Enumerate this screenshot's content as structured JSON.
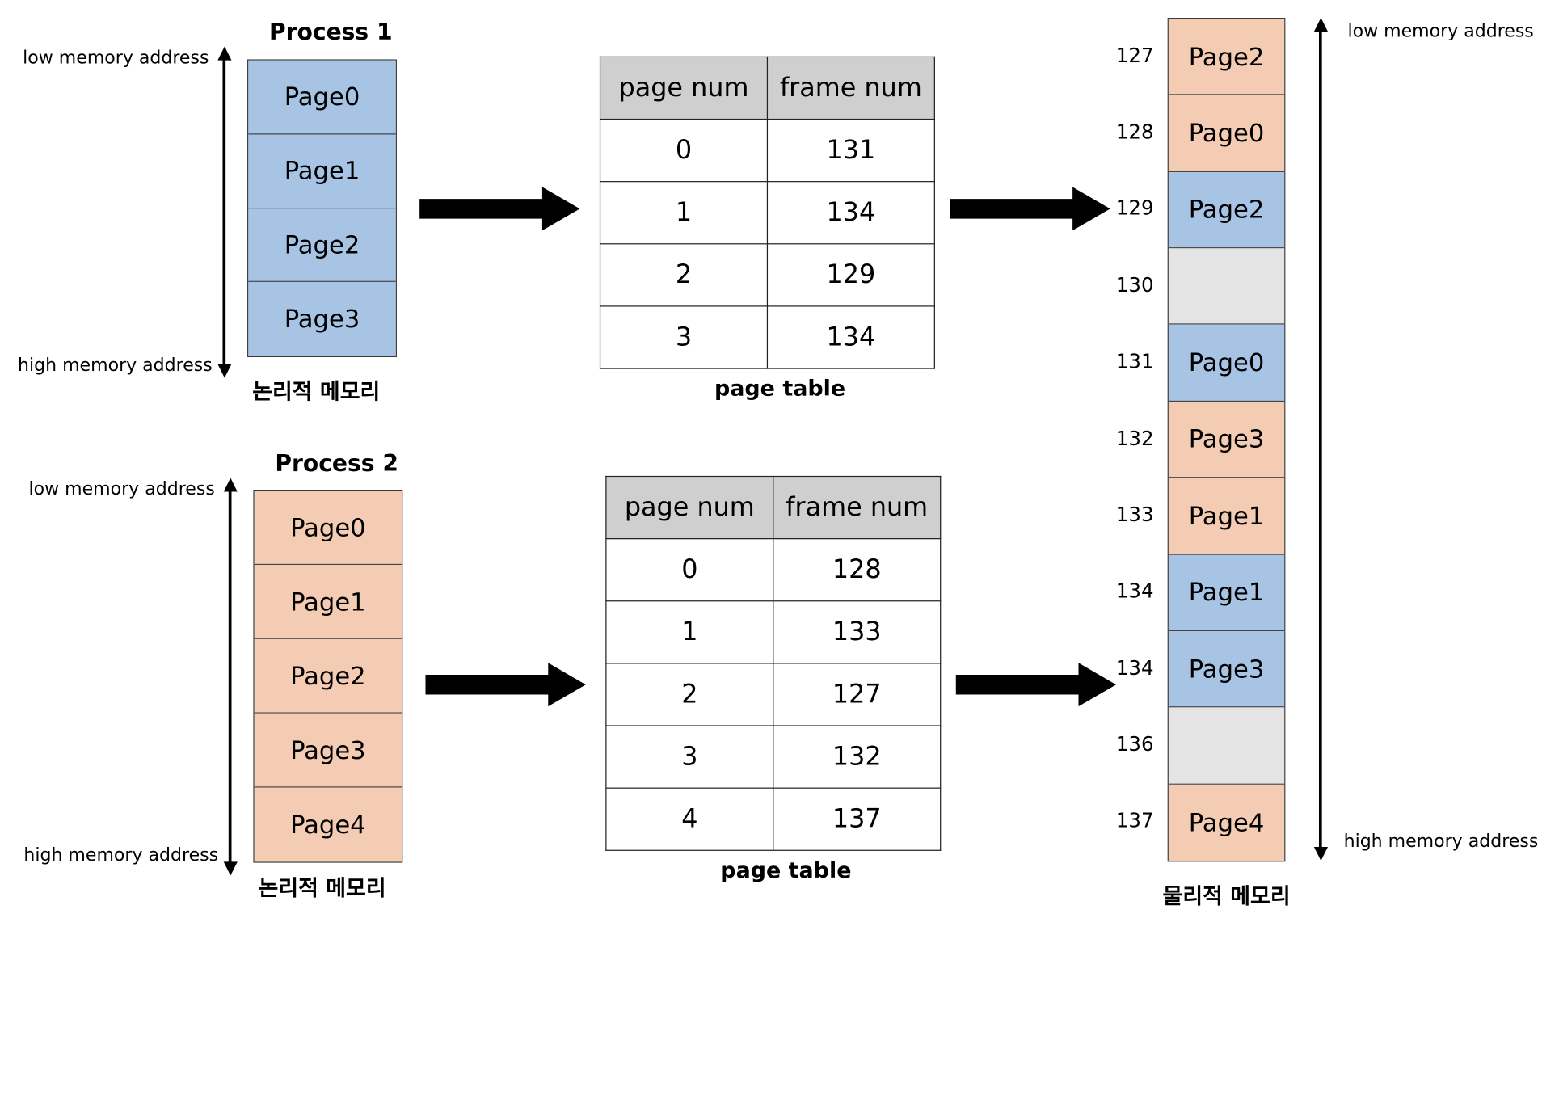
{
  "process1": {
    "title": "Process 1",
    "low_label": "low memory address",
    "high_label": "high memory address",
    "caption": "논리적 메모리",
    "pages": [
      "Page0",
      "Page1",
      "Page2",
      "Page3"
    ],
    "color": "#a8c4e5"
  },
  "process2": {
    "title": "Process 2",
    "low_label": "low memory address",
    "high_label": "high memory address",
    "caption": "논리적 메모리",
    "pages": [
      "Page0",
      "Page1",
      "Page2",
      "Page3",
      "Page4"
    ],
    "color": "#f3ccb3"
  },
  "table1": {
    "headers": [
      "page num",
      "frame num"
    ],
    "rows": [
      [
        "0",
        "131"
      ],
      [
        "1",
        "134"
      ],
      [
        "2",
        "129"
      ],
      [
        "3",
        "134"
      ]
    ],
    "caption": "page table"
  },
  "table2": {
    "headers": [
      "page num",
      "frame num"
    ],
    "rows": [
      [
        "0",
        "128"
      ],
      [
        "1",
        "133"
      ],
      [
        "2",
        "127"
      ],
      [
        "3",
        "132"
      ],
      [
        "4",
        "137"
      ]
    ],
    "caption": "page table"
  },
  "physical": {
    "caption": "물리적 메모리",
    "low_label": "low memory address",
    "high_label": "high memory address",
    "frames": [
      {
        "addr": "127",
        "label": "Page2",
        "owner": "process2"
      },
      {
        "addr": "128",
        "label": "Page0",
        "owner": "process2"
      },
      {
        "addr": "129",
        "label": "Page2",
        "owner": "process1"
      },
      {
        "addr": "130",
        "label": "",
        "owner": "empty"
      },
      {
        "addr": "131",
        "label": "Page0",
        "owner": "process1"
      },
      {
        "addr": "132",
        "label": "Page3",
        "owner": "process2"
      },
      {
        "addr": "133",
        "label": "Page1",
        "owner": "process2"
      },
      {
        "addr": "134",
        "label": "Page1",
        "owner": "process1"
      },
      {
        "addr": "134",
        "label": "Page3",
        "owner": "process1"
      },
      {
        "addr": "136",
        "label": "",
        "owner": "empty"
      },
      {
        "addr": "137",
        "label": "Page4",
        "owner": "process2"
      }
    ]
  },
  "colors": {
    "process1": "#a8c4e5",
    "process2": "#f3ccb3",
    "empty": "#e4e4e4"
  }
}
